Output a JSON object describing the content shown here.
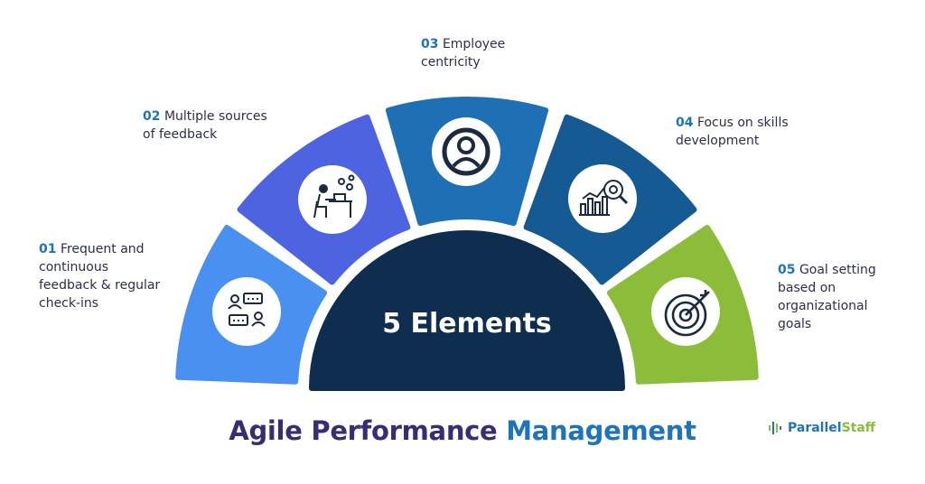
{
  "diagram": {
    "center_label": "5 Elements",
    "colors": {
      "center": "#0e2d4f",
      "seg1": "#4a90f0",
      "seg2": "#4d63e0",
      "seg3": "#1f6fb5",
      "seg4": "#155a92",
      "seg5": "#8bbd3a"
    },
    "elements": [
      {
        "number": "01",
        "text": "Frequent and\ncontinuous\nfeedback & regular\ncheck-ins",
        "icon": "chat-people-icon"
      },
      {
        "number": "02",
        "text": "Multiple sources\nof feedback",
        "icon": "person-at-desk-icon"
      },
      {
        "number": "03",
        "text": "Employee\ncentricity",
        "icon": "user-profile-icon"
      },
      {
        "number": "04",
        "text": "Focus on skills\ndevelopment",
        "icon": "chart-magnifier-icon"
      },
      {
        "number": "05",
        "text": "Goal setting\nbased on\norganizational\ngoals",
        "icon": "target-icon"
      }
    ]
  },
  "footer": {
    "title_part1": "Agile Performance",
    "title_part2": "Management",
    "logo_part1": "Parallel",
    "logo_part2": "Staff"
  }
}
